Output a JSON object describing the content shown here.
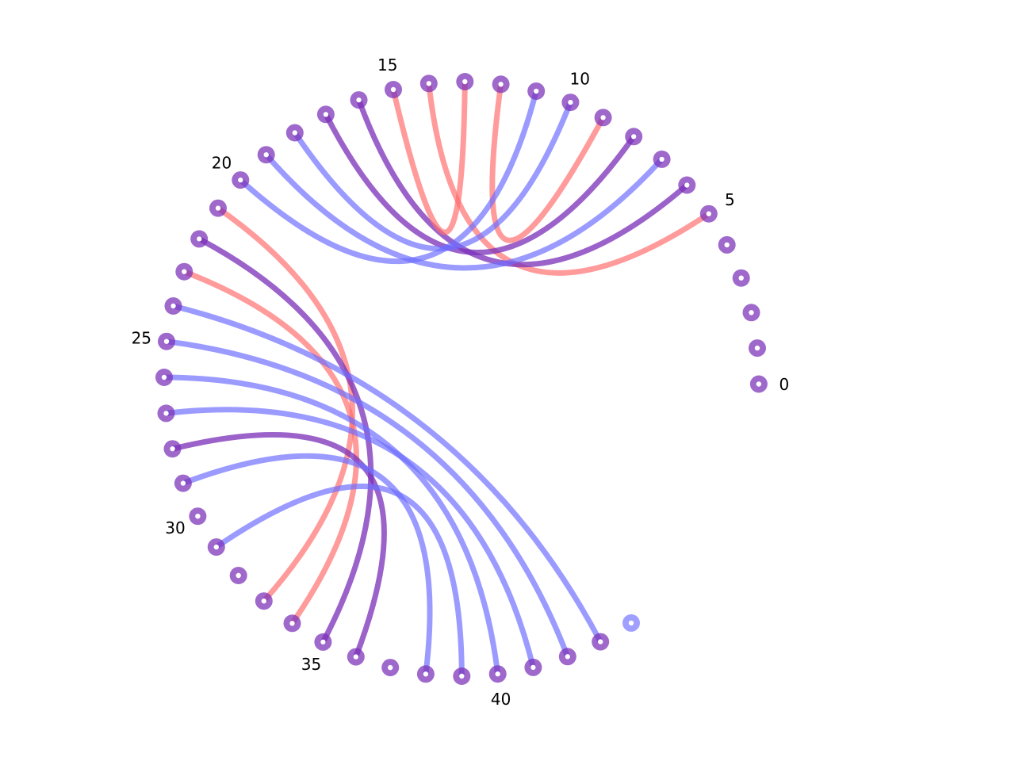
{
  "colors": {
    "red": "#ff6b6b",
    "blue": "#6b6bff",
    "purple": "#7a2fb8",
    "node_center": "#ffffff"
  },
  "diagram": {
    "type": "arc-diagram",
    "node_count": 45,
    "labels": [
      "0",
      "5",
      "10",
      "15",
      "20",
      "25",
      "30",
      "35",
      "40"
    ],
    "labeled_nodes": [
      0,
      5,
      10,
      15,
      20,
      25,
      30,
      35,
      40
    ],
    "node_styles": {
      "44": "blue"
    },
    "arcs": [
      {
        "from": 5,
        "to": 14,
        "color": "red"
      },
      {
        "from": 6,
        "to": 16,
        "color": "purple"
      },
      {
        "from": 7,
        "to": 19,
        "color": "blue"
      },
      {
        "from": 8,
        "to": 17,
        "color": "purple"
      },
      {
        "from": 9,
        "to": 12,
        "color": "red"
      },
      {
        "from": 10,
        "to": 18,
        "color": "blue"
      },
      {
        "from": 11,
        "to": 20,
        "color": "blue"
      },
      {
        "from": 13,
        "to": 15,
        "color": "red"
      },
      {
        "from": 21,
        "to": 33,
        "color": "red"
      },
      {
        "from": 22,
        "to": 35,
        "color": "purple"
      },
      {
        "from": 23,
        "to": 34,
        "color": "red"
      },
      {
        "from": 24,
        "to": 43,
        "color": "blue"
      },
      {
        "from": 25,
        "to": 42,
        "color": "blue"
      },
      {
        "from": 27,
        "to": 41,
        "color": "blue"
      },
      {
        "from": 28,
        "to": 36,
        "color": "purple"
      },
      {
        "from": 29,
        "to": 38,
        "color": "blue"
      },
      {
        "from": 26,
        "to": 40,
        "color": "blue"
      },
      {
        "from": 31,
        "to": 39,
        "color": "blue"
      }
    ]
  }
}
